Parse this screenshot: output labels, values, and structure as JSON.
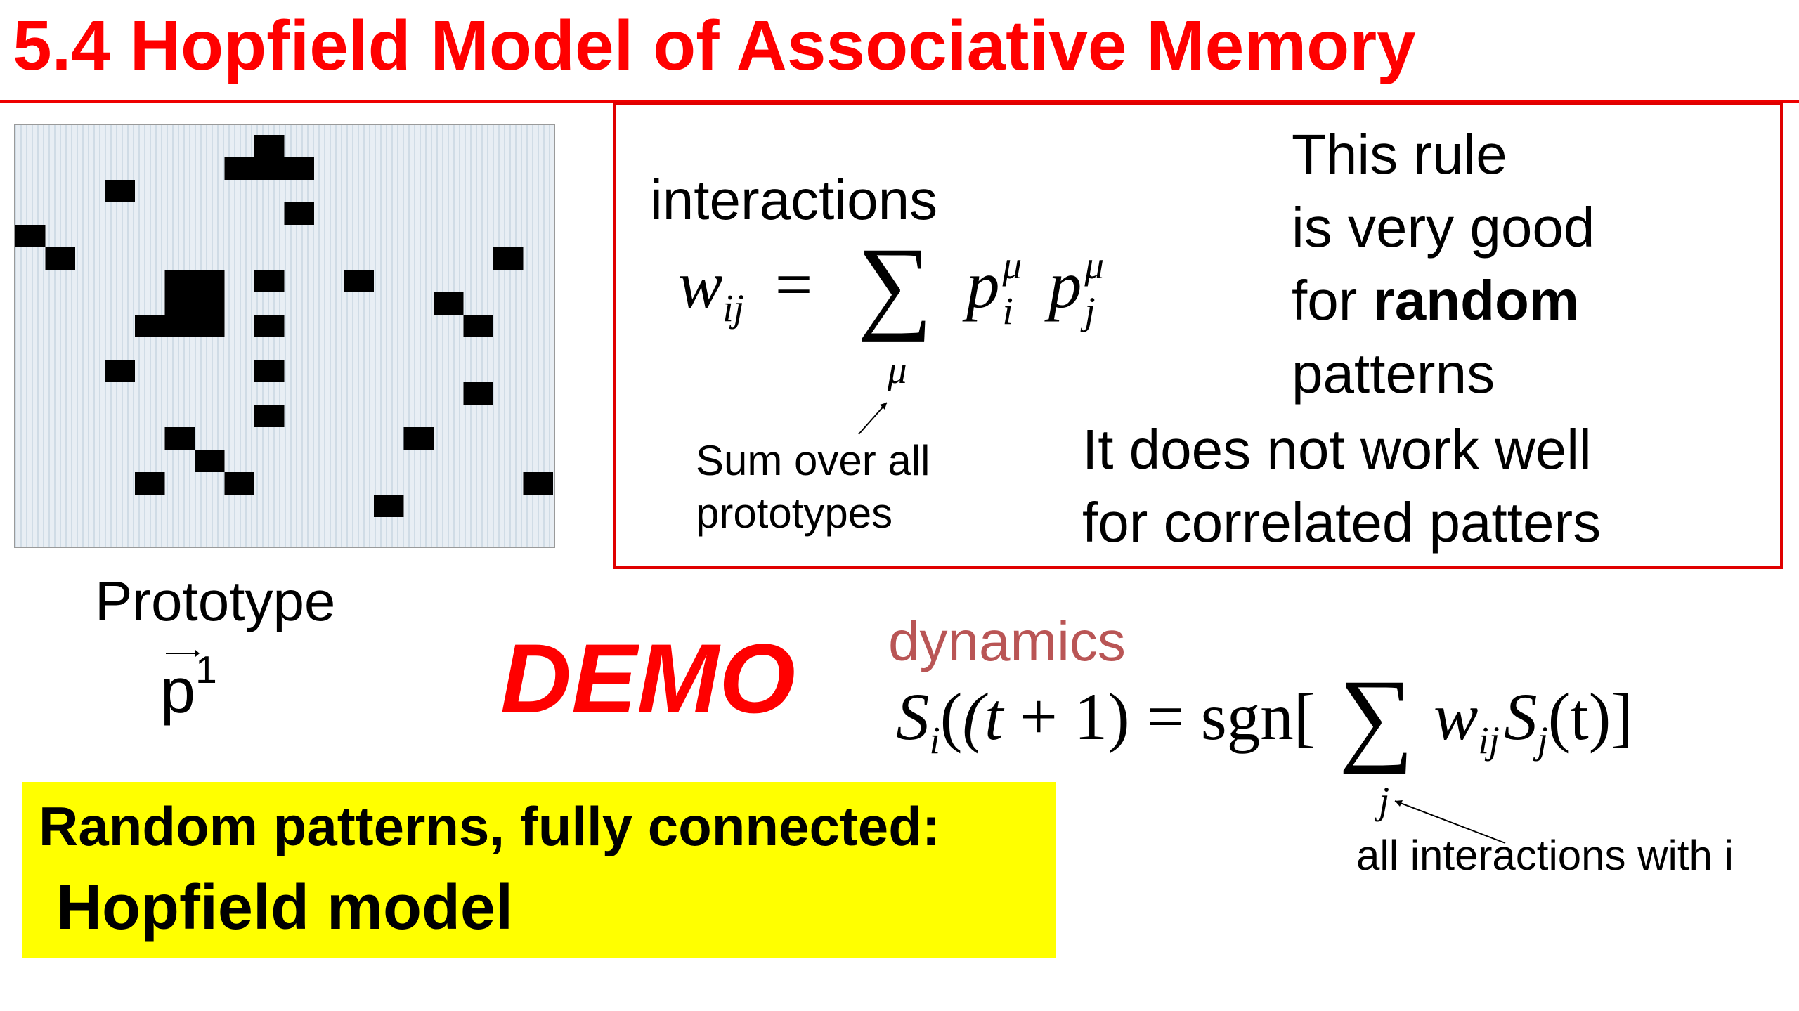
{
  "slide": {
    "title": "5.4 Hopfield Model of Associative Memory",
    "interactions_label": "interactions",
    "weight_formula": {
      "lhs": "w",
      "lhs_sub": "ij",
      "equals": "=",
      "sum_symbol": "∑",
      "sum_index": "μ",
      "term_base": "p",
      "term1_sub": "i",
      "term1_sup": "μ",
      "term2_sub": "j",
      "term2_sup": "μ"
    },
    "sum_note_line1": "Sum over all",
    "sum_note_line2": "prototypes",
    "rule_lines": [
      "This rule",
      "is very good",
      "for ",
      "random",
      "patterns"
    ],
    "correlated_line1": "It does not work well",
    "correlated_line2": "for correlated patters",
    "prototype_label": "Prototype",
    "prototype_vector": "p",
    "prototype_index": "1",
    "demo_label": "DEMO",
    "dynamics_label": "dynamics",
    "dynamics_formula": {
      "s": "S",
      "sub_i": "i",
      "open_t": "(t",
      "plus_one": " + 1)",
      "eq": " = ",
      "sgn": "sgn[",
      "sum_symbol": "∑",
      "sum_index": "j",
      "w": "w",
      "w_sub": "ij",
      "s2": "S",
      "sub_j": "j",
      "close": "(t)]"
    },
    "interactions_note": "all  interactions with i",
    "summary_line1": "Random patterns, fully connected:",
    "summary_line2": "Hopfield model"
  },
  "colors": {
    "title": "#ff0000",
    "box_border": "#e00000",
    "demo": "#ff0000",
    "dynamics": "#b95555",
    "highlight": "#ffff00"
  },
  "prototype_pattern": {
    "description_cells_total": "pixel grid",
    "active_cells": [
      [
        8,
        0
      ],
      [
        8,
        1
      ],
      [
        7,
        1
      ],
      [
        9,
        1
      ],
      [
        3,
        2
      ],
      [
        9,
        3
      ],
      [
        0,
        4
      ],
      [
        1,
        5
      ],
      [
        16,
        5
      ],
      [
        5,
        6
      ],
      [
        6,
        6
      ],
      [
        8,
        6
      ],
      [
        11,
        6
      ],
      [
        5,
        7
      ],
      [
        6,
        7
      ],
      [
        14,
        7
      ],
      [
        4,
        8
      ],
      [
        5,
        8
      ],
      [
        6,
        8
      ],
      [
        8,
        8
      ],
      [
        15,
        8
      ],
      [
        3,
        10
      ],
      [
        8,
        10
      ],
      [
        15,
        11
      ],
      [
        8,
        12
      ],
      [
        5,
        13
      ],
      [
        13,
        13
      ],
      [
        6,
        14
      ],
      [
        4,
        15
      ],
      [
        7,
        15
      ],
      [
        17,
        15
      ],
      [
        12,
        16
      ]
    ]
  }
}
